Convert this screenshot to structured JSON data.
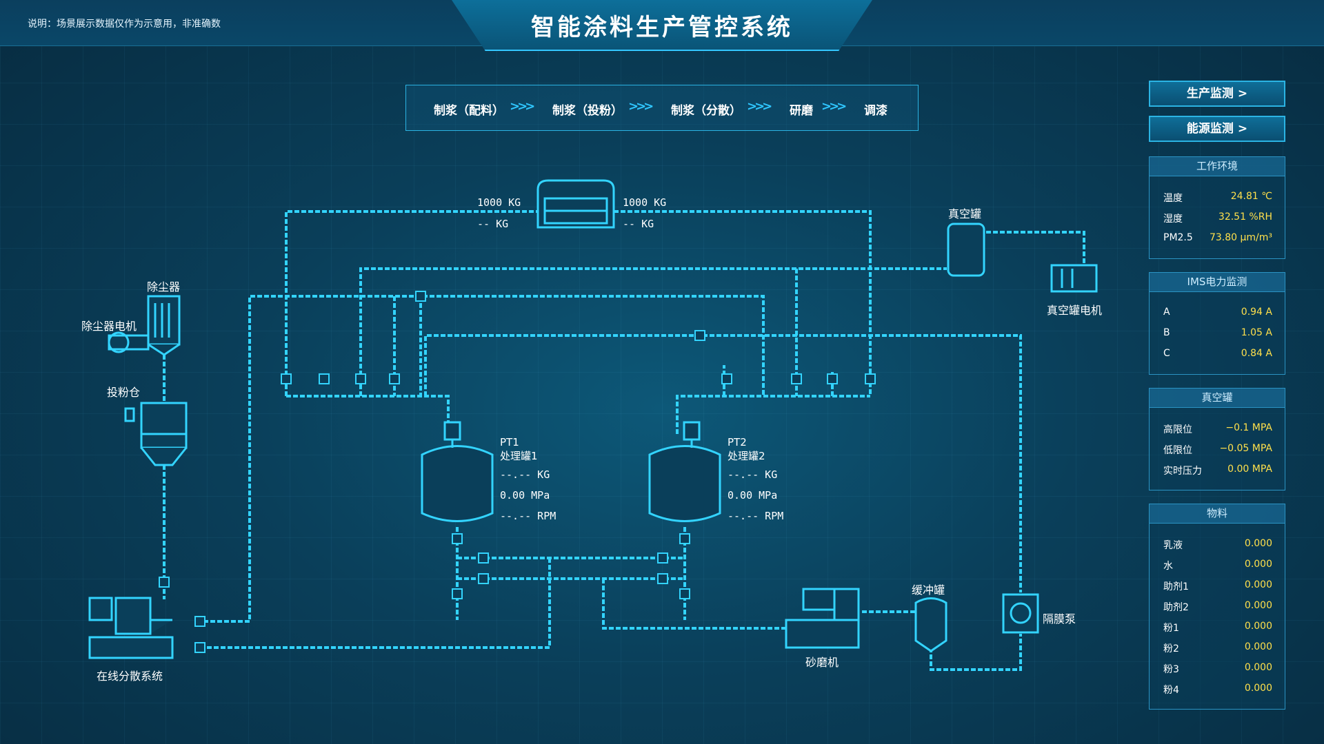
{
  "notice": "说明：场景展示数据仅作为示意用，非准确数",
  "title": "智能涂料生产管控系统",
  "process_steps": [
    "制浆（配料）",
    "制浆（投粉）",
    "制浆（分散）",
    "研磨",
    "调漆"
  ],
  "arrow_glyph": ">>>",
  "nav": {
    "production": "生产监测 >",
    "energy": "能源监测 >"
  },
  "env_panel": {
    "title": "工作环境",
    "rows": [
      {
        "k": "温度",
        "v": "24.81 ℃"
      },
      {
        "k": "湿度",
        "v": "32.51 %RH"
      },
      {
        "k": "PM2.5",
        "v": "73.80 μm/m³"
      }
    ]
  },
  "ims_panel": {
    "title": "IMS电力监测",
    "rows": [
      {
        "k": "A",
        "v": "0.94 A"
      },
      {
        "k": "B",
        "v": "1.05 A"
      },
      {
        "k": "C",
        "v": "0.84 A"
      }
    ]
  },
  "vacuum_panel": {
    "title": "真空罐",
    "rows": [
      {
        "k": "高限位",
        "v": "−0.1 MPA"
      },
      {
        "k": "低限位",
        "v": "−0.05 MPA"
      },
      {
        "k": "实时压力",
        "v": "0.00 MPA"
      }
    ]
  },
  "material_panel": {
    "title": "物料",
    "rows": [
      {
        "k": "乳液",
        "v": "0.000"
      },
      {
        "k": "水",
        "v": "0.000"
      },
      {
        "k": "助剂1",
        "v": "0.000"
      },
      {
        "k": "助剂2",
        "v": "0.000"
      },
      {
        "k": "粉1",
        "v": "0.000"
      },
      {
        "k": "粉2",
        "v": "0.000"
      },
      {
        "k": "粉3",
        "v": "0.000"
      },
      {
        "k": "粉4",
        "v": "0.000"
      }
    ]
  },
  "scale": {
    "left_value": "1000  KG",
    "left_value2": "--    KG",
    "right_value": "1000  KG",
    "right_value2": "--    KG"
  },
  "equipment": {
    "dust_collector": "除尘器",
    "dust_motor": "除尘器电机",
    "powder_bin": "投粉仓",
    "dispersion": "在线分散系统",
    "vacuum_tank": "真空罐",
    "vacuum_motor": "真空罐电机",
    "sand_mill": "砂磨机",
    "buffer_tank": "缓冲罐",
    "diaphragm_pump": "隔膜泵"
  },
  "tanks": [
    {
      "id": "PT1",
      "name": "处理罐1",
      "weight": "--.--  KG",
      "pressure": "0.00  MPa",
      "speed": "--.--  RPM"
    },
    {
      "id": "PT2",
      "name": "处理罐2",
      "weight": "--.--  KG",
      "pressure": "0.00  MPa",
      "speed": "--.--  RPM"
    }
  ],
  "colors": {
    "pipe": "#33d4ff",
    "accent": "#2fc6ff",
    "value": "#ffe04b"
  }
}
